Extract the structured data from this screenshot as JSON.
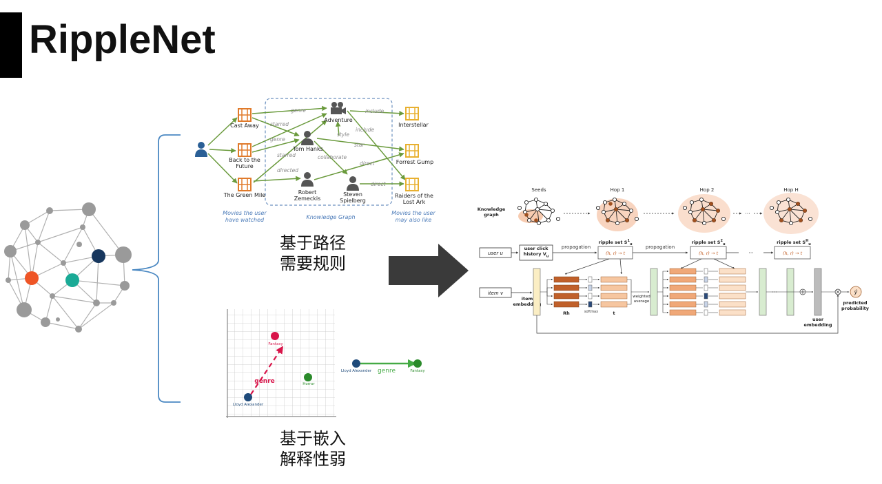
{
  "title": "RippleNet",
  "caption_path": {
    "line1": "基于路径",
    "line2": "需要规则"
  },
  "caption_embed": {
    "line1": "基于嵌入",
    "line2": "解释性弱"
  },
  "kg": {
    "movies": [
      "Cast Away",
      "Back to the Future",
      "The Green Mile"
    ],
    "entities": [
      "Adventure",
      "Tom Hanks",
      "Robert Zemeckis",
      "Steven Spielberg"
    ],
    "recs": [
      "Interstellar",
      "Forrest Gump",
      "Raiders of the Lost Ark"
    ],
    "edges": [
      "genre",
      "starred",
      "genre",
      "starred",
      "directed",
      "style",
      "collaborate",
      "star",
      "direct",
      "direct",
      "include",
      "include"
    ],
    "labels": {
      "watched": "Movies the user have watched",
      "kg": "Knowledge Graph",
      "like": "Movies the user may also like"
    },
    "colors": {
      "movie": "#e07a2a",
      "rec": "#e8b030",
      "edge": "#6a9a3c",
      "user": "#2a5f96",
      "entity": "#555555",
      "dashed_box": "#6a8fbf"
    }
  },
  "embed": {
    "points": [
      "Fantasy",
      "genre",
      "Horror",
      "Lloyd Alexander"
    ],
    "legend": {
      "from": "Lloyd Alexander",
      "relation": "genre",
      "to": "Fantasy"
    },
    "colors": {
      "fantasy": "#d8154a",
      "horror": "#2a8a2a",
      "author": "#1e4a7a",
      "relation": "#44aa44"
    }
  },
  "arch": {
    "stages": [
      "Seeds",
      "Hop 1",
      "Hop 2",
      "Hop H"
    ],
    "kg_label": "Knowledge graph",
    "user": "user u",
    "click": "user click history V",
    "click_sub": "u",
    "propagation": "propagation",
    "ripple_sets": [
      "ripple set S",
      "ripple set S",
      "ripple set S"
    ],
    "ripple_sup": [
      "1",
      "2",
      "H"
    ],
    "ripple_sub": "u",
    "hrt": "(h, r) → t",
    "item": "item v",
    "item_emb": "item embedding",
    "rh": "Rh",
    "softmax": "softmax",
    "t": "t",
    "weighted_average": "weighted average",
    "dots": "···",
    "user_emb": "user embedding",
    "y_hat": "ŷ",
    "predicted": "predicted probability"
  }
}
